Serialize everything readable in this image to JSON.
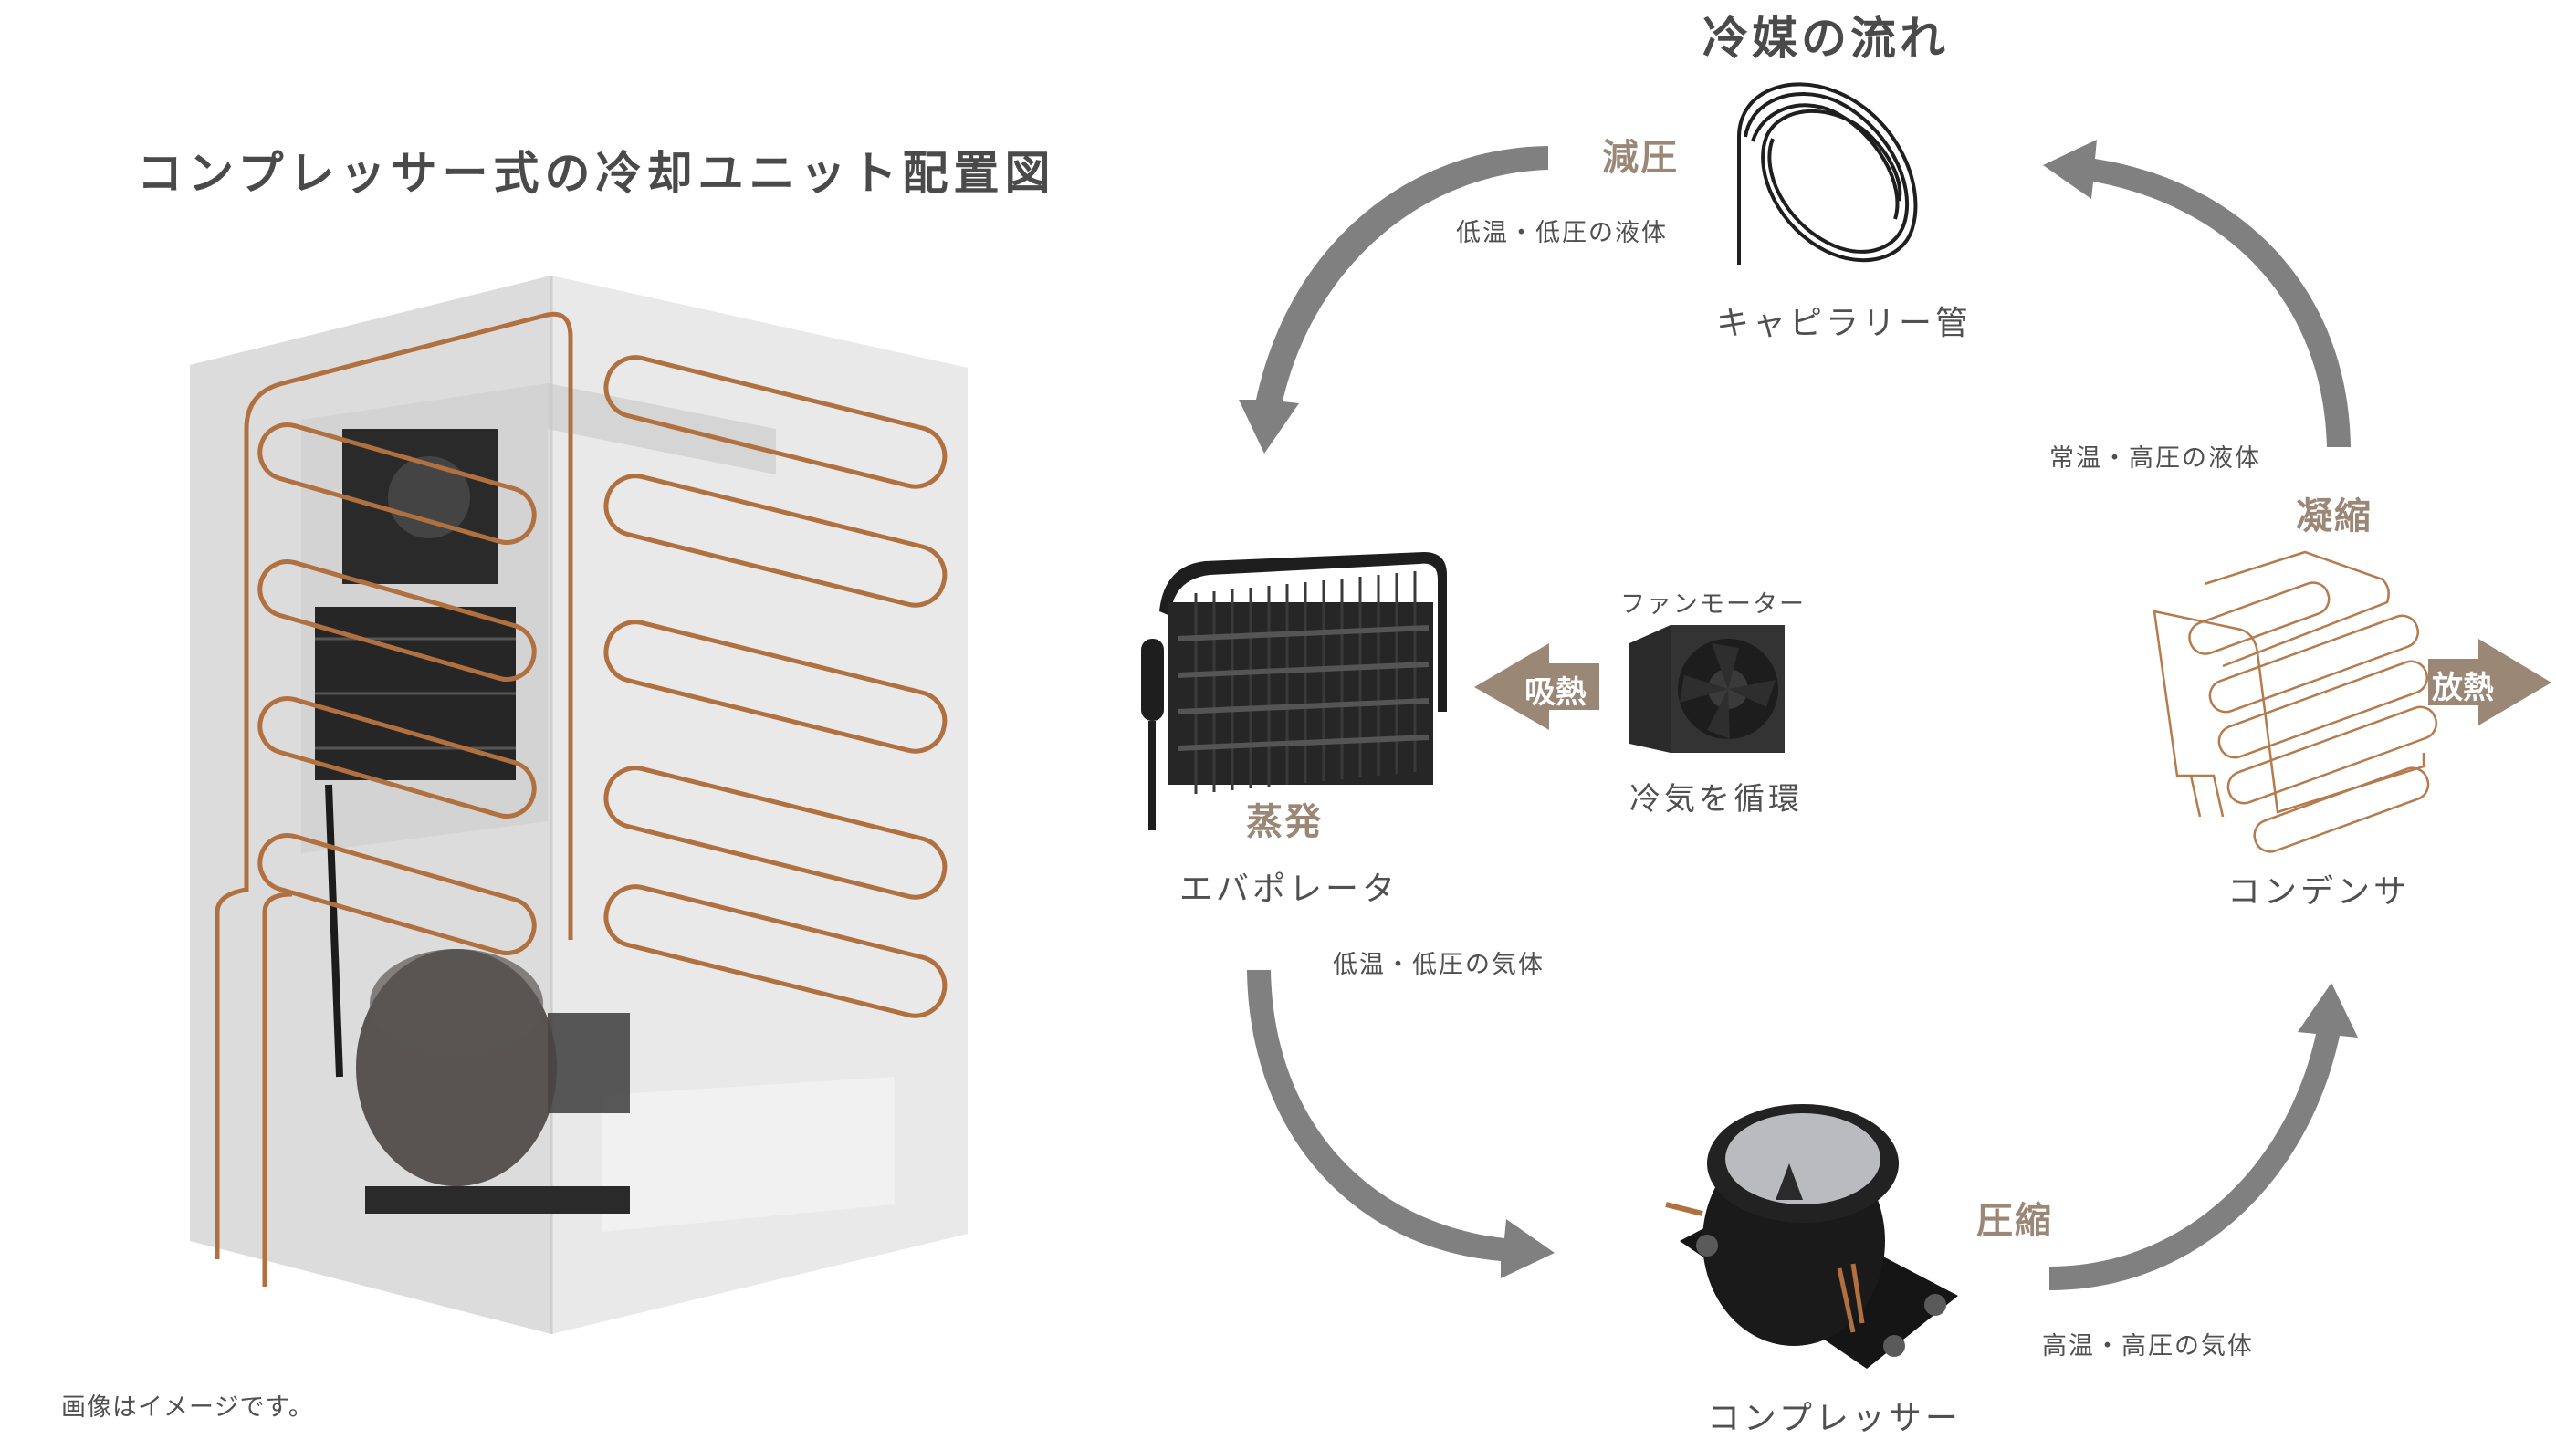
{
  "diagram": {
    "layout_title": "コンプレッサー式の冷却ユニット配置図",
    "flow_title": "冷媒の流れ",
    "disclaimer": "画像はイメージです。",
    "colors": {
      "process_label": "#9b8776",
      "flow_arrow": "#808080",
      "heat_arrow": "#9b8776",
      "copper_pipe": "#b0703f",
      "text": "#505050"
    },
    "components": {
      "capillary": {
        "name": "キャピラリー管",
        "icon": "coiled-tube"
      },
      "condenser": {
        "name": "コンデンサ",
        "icon": "serpentine-coil"
      },
      "evaporator": {
        "name": "エバポレータ",
        "icon": "finned-evaporator"
      },
      "fan": {
        "name": "ファンモーター",
        "caption": "冷気を循環",
        "icon": "fan"
      },
      "compressor": {
        "name": "コンプレッサー",
        "icon": "compressor"
      }
    },
    "processes": {
      "decompression": "減圧",
      "condensation": "凝縮",
      "evaporation": "蒸発",
      "compression": "圧縮"
    },
    "heat": {
      "release": "放熱",
      "absorb": "吸熱"
    },
    "states": {
      "low_temp_low_pressure_liquid": "低温・低圧の液体",
      "normal_temp_high_pressure_liquid": "常温・高圧の液体",
      "low_temp_low_pressure_gas": "低温・低圧の気体",
      "high_temp_high_pressure_gas": "高温・高圧の気体"
    }
  }
}
